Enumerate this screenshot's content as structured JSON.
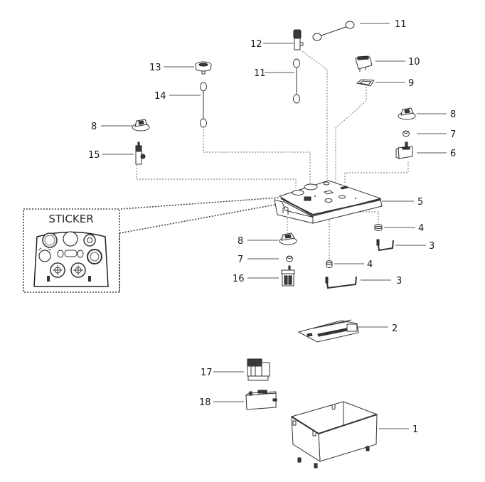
{
  "diagram": {
    "type": "exploded-parts-diagram",
    "sticker": {
      "title": "STICKER"
    },
    "callouts": [
      {
        "id": "c11a",
        "label": "11",
        "part": "cable-with-end-caps-top"
      },
      {
        "id": "c12",
        "label": "12",
        "part": "rotary-valve"
      },
      {
        "id": "c11b",
        "label": "11",
        "part": "cable-with-end-caps-vertical"
      },
      {
        "id": "c10",
        "label": "10",
        "part": "rocker-switch"
      },
      {
        "id": "c9",
        "label": "9",
        "part": "switch-gasket"
      },
      {
        "id": "c13",
        "label": "13",
        "part": "knob-cap"
      },
      {
        "id": "c14",
        "label": "14",
        "part": "cable-with-end-caps"
      },
      {
        "id": "c8a",
        "label": "8",
        "part": "knob-left"
      },
      {
        "id": "c8b",
        "label": "8",
        "part": "knob-right"
      },
      {
        "id": "c7a",
        "label": "7",
        "part": "nut-right"
      },
      {
        "id": "c6",
        "label": "6",
        "part": "potentiometer"
      },
      {
        "id": "c15",
        "label": "15",
        "part": "valve-fitting"
      },
      {
        "id": "c5",
        "label": "5",
        "part": "control-panel-housing"
      },
      {
        "id": "c4a",
        "label": "4",
        "part": "cap-right"
      },
      {
        "id": "c3a",
        "label": "3",
        "part": "bracket-short"
      },
      {
        "id": "c8c",
        "label": "8",
        "part": "knob-center"
      },
      {
        "id": "c7b",
        "label": "7",
        "part": "nut-center"
      },
      {
        "id": "c4b",
        "label": "4",
        "part": "cap-center"
      },
      {
        "id": "c16",
        "label": "16",
        "part": "rotary-switch"
      },
      {
        "id": "c3b",
        "label": "3",
        "part": "bracket-long"
      },
      {
        "id": "c2",
        "label": "2",
        "part": "circuit-board"
      },
      {
        "id": "c17",
        "label": "17",
        "part": "contactor"
      },
      {
        "id": "c18",
        "label": "18",
        "part": "terminal-box"
      },
      {
        "id": "c1",
        "label": "1",
        "part": "enclosure-box"
      }
    ]
  }
}
